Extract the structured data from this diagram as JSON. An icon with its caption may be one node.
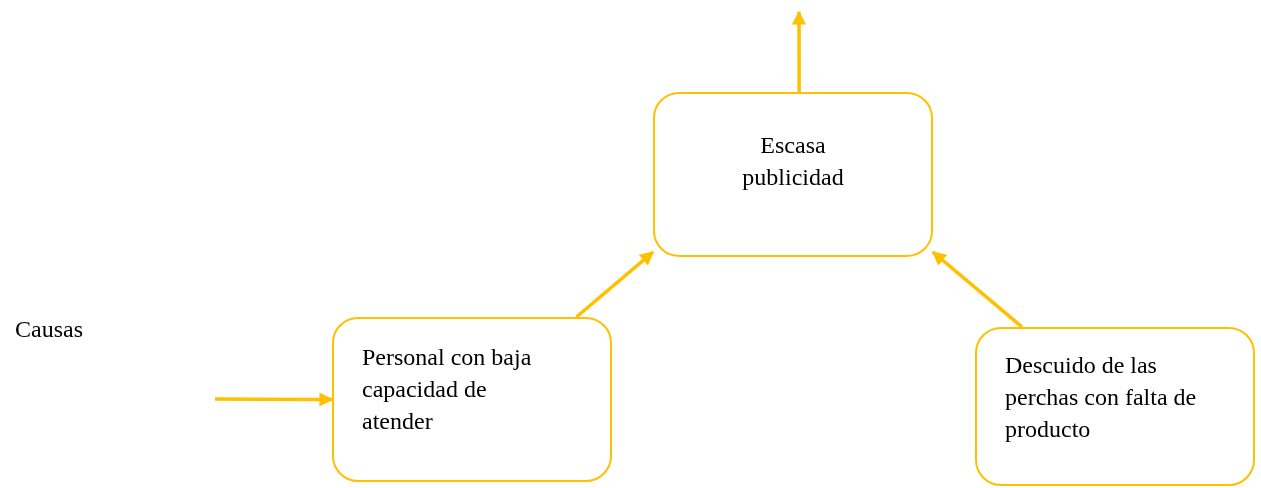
{
  "diagram": {
    "nodes": [
      {
        "text": [
          "Escasa publicidad"
        ]
      },
      {
        "text": [
          "Personal con baja capacidad de atender"
        ]
      },
      {
        "text": [
          "Descuido de las perchas con falta de producto"
        ]
      }
    ],
    "edges": [
      {
        "from": 0,
        "to": null,
        "arrow": "to"
      },
      {
        "from": 1,
        "to": 0,
        "arrow": "to"
      },
      {
        "from": 2,
        "to": 0,
        "arrow": "to"
      },
      {
        "from": null,
        "to": 1,
        "arrow": "to"
      }
    ],
    "labels": [
      "Causas"
    ]
  }
}
